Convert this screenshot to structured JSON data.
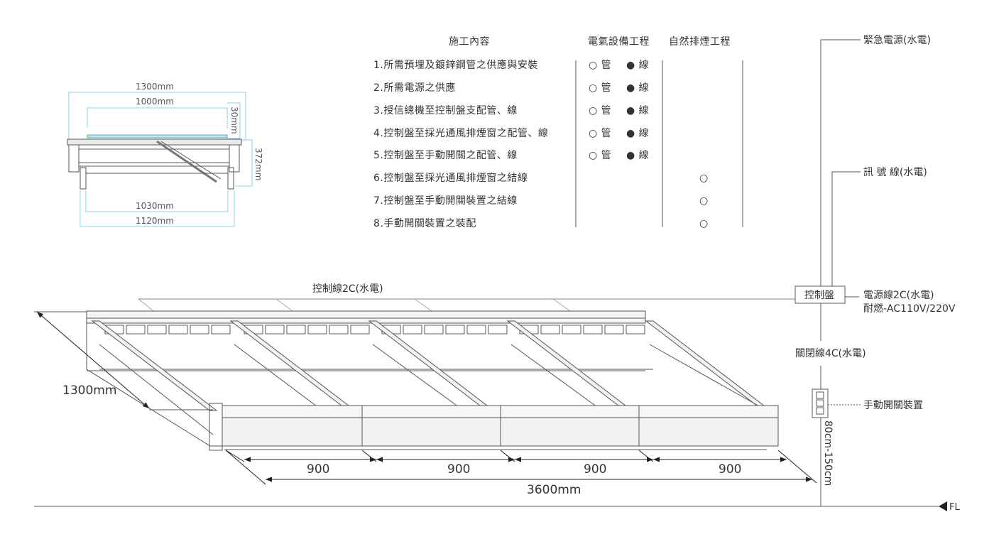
{
  "table": {
    "headers": [
      "施工內容",
      "電氣設備工程",
      "自然排煙工程"
    ],
    "rows": [
      {
        "item": "1.所需預埋及鍍鋅鋼管之供應與安裝",
        "pipe": "○ 管",
        "wire": "● 線",
        "smoke": ""
      },
      {
        "item": "2.所需電源之供應",
        "pipe": "○ 管",
        "wire": "● 線",
        "smoke": ""
      },
      {
        "item": "3.授信總機至控制盤支配管、線",
        "pipe": "○ 管",
        "wire": "● 線",
        "smoke": ""
      },
      {
        "item": "4.控制盤至採光通風排煙窗之配管、線",
        "pipe": "○ 管",
        "wire": "● 線",
        "smoke": ""
      },
      {
        "item": "5.控制盤至手動開關之配管、線",
        "pipe": "○ 管",
        "wire": "● 線",
        "smoke": ""
      },
      {
        "item": "6.控制盤至採光通風排煙窗之結線",
        "pipe": "",
        "wire": "",
        "smoke": "○"
      },
      {
        "item": "7.控制盤至手動開關裝置之結線",
        "pipe": "",
        "wire": "",
        "smoke": "○"
      },
      {
        "item": "8.手動開關裝置之裝配",
        "pipe": "",
        "wire": "",
        "smoke": "○"
      }
    ]
  },
  "section": {
    "top_width": "1300mm",
    "inner_width": "1000mm",
    "thickness": "30mm",
    "height": "372mm",
    "bottom_inner": "1030mm",
    "bottom_outer": "1120mm"
  },
  "wiring": {
    "emergency_power": "緊急電源(水電)",
    "signal_line": "訊 號 線(水電)",
    "control_panel": "控制盤",
    "power_line_1": "電源線2C(水電)",
    "power_line_2": "耐燃-AC110V/220V",
    "close_line": "關閉線4C(水電)",
    "manual_switch": "手動開關裝置",
    "mount_height": "80cm-150cm",
    "floor_level": "FL",
    "control_line": "控制線2C(水電)"
  },
  "dimensions": {
    "depth": "1300mm",
    "module_widths": [
      "900",
      "900",
      "900",
      "900"
    ],
    "total_length": "3600mm"
  }
}
